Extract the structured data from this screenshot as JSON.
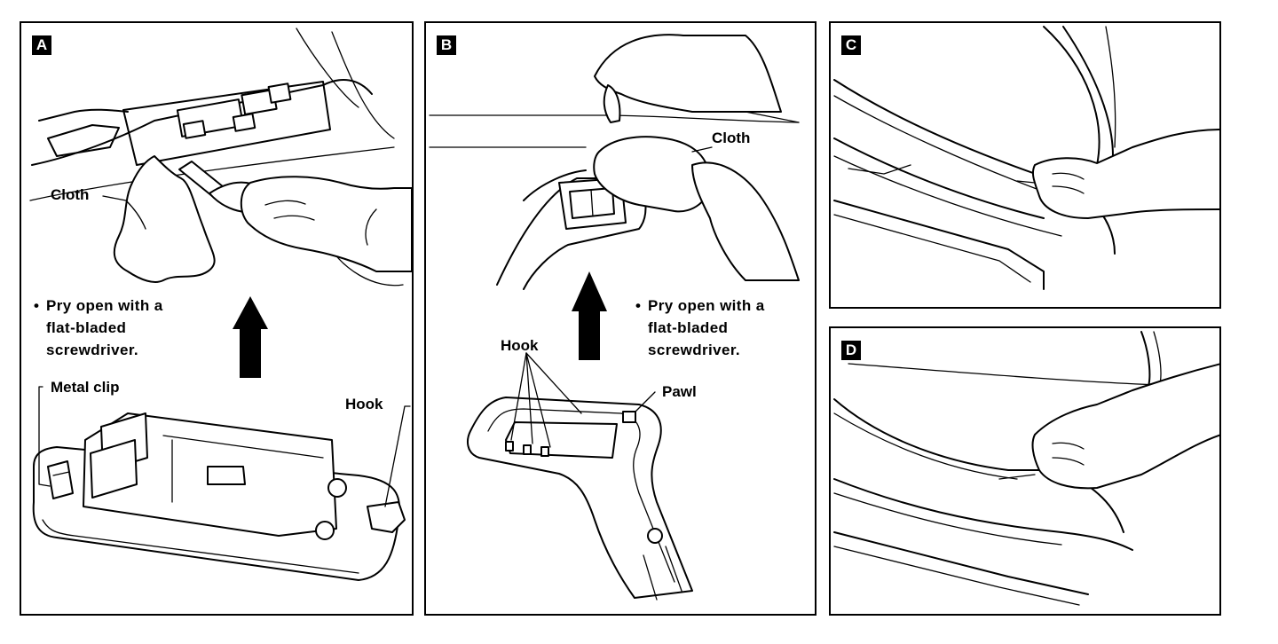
{
  "panels": {
    "a": {
      "badge": "A",
      "cloth_label": "Cloth",
      "note_lines": [
        "Pry open with a",
        "flat-bladed",
        "screwdriver."
      ],
      "metal_clip_label": "Metal clip",
      "hook_label": "Hook"
    },
    "b": {
      "badge": "B",
      "cloth_label": "Cloth",
      "note_lines": [
        "Pry open with a",
        "flat-bladed",
        "screwdriver."
      ],
      "hook_label": "Hook",
      "pawl_label": "Pawl"
    },
    "c": {
      "badge": "C"
    },
    "d": {
      "badge": "D"
    }
  },
  "bullet_glyph": "•"
}
